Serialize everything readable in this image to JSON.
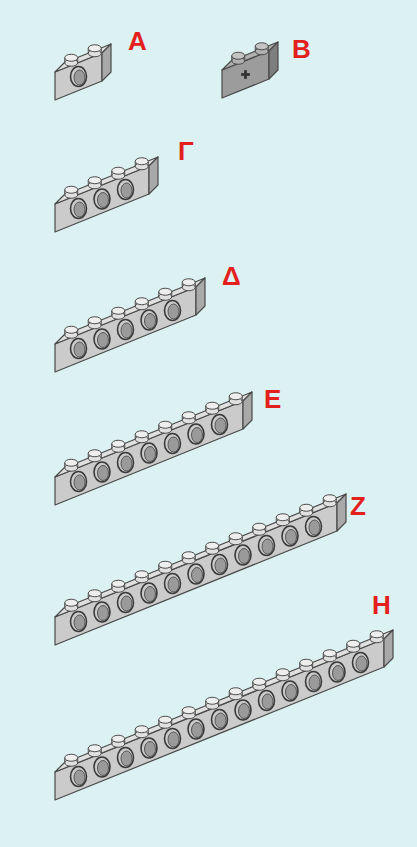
{
  "diagram": {
    "labels": [
      "Α",
      "Β",
      "Γ",
      "Δ",
      "Ε",
      "Ζ",
      "Η"
    ]
  }
}
